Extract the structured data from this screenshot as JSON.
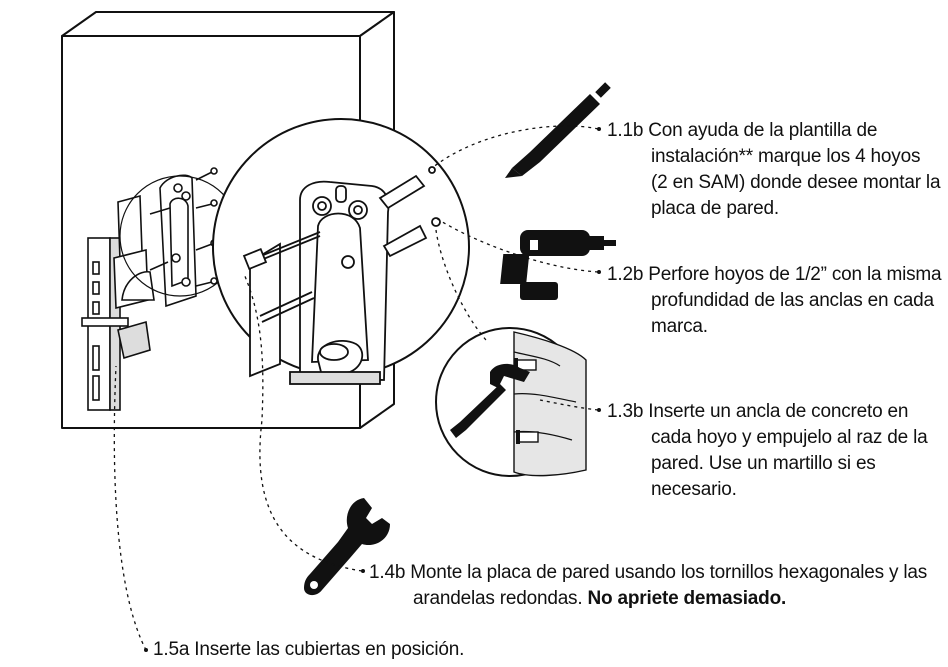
{
  "steps": {
    "s11b": {
      "number": "1.1b",
      "line1": "Con ayuda de la plantilla de",
      "line2": "instalación** marque los 4 hoyos",
      "line3": "(2 en SAM) donde desee montar la",
      "line4": "placa de pared."
    },
    "s12b": {
      "number": "1.2b",
      "line1": "Perfore hoyos de 1/2” con la misma",
      "line2": "profundidad de las anclas en cada",
      "line3": "marca."
    },
    "s13b": {
      "number": "1.3b",
      "line1": "Inserte un ancla de concreto en",
      "line2": "cada hoyo y empujelo al raz de la",
      "line3": "pared. Use un martillo si es",
      "line4": "necesario."
    },
    "s14b": {
      "number": "1.4b",
      "line1": "Monte la placa de pared usando los tornillos hexagonales y las",
      "line2_plain": "arandelas redondas.",
      "line2_bold": "No apriete demasiado."
    },
    "s15a": {
      "number": "1.5a",
      "line1": "Inserte las cubiertas en posición."
    }
  },
  "icons": [
    "pencil-icon",
    "drill-icon",
    "hammer-icon",
    "wrench-icon"
  ],
  "colors": {
    "ink": "#111111",
    "background": "#ffffff",
    "concrete": "#e6e6e6"
  }
}
